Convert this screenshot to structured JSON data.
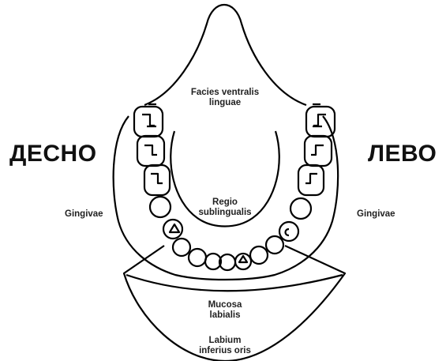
{
  "sides": {
    "right": "ДЕСНО",
    "left": "ЛЕВО"
  },
  "labels": {
    "tongue_ventral_1": "Facies ventralis",
    "tongue_ventral_2": "linguae",
    "sublingual_1": "Regio",
    "sublingual_2": "sublingualis",
    "gingiva_right": "Gingivae",
    "gingiva_left": "Gingivae",
    "mucosa_1": "Mucosa",
    "mucosa_2": "labialis",
    "labium_1": "Labium",
    "labium_2": "inferius oris"
  }
}
